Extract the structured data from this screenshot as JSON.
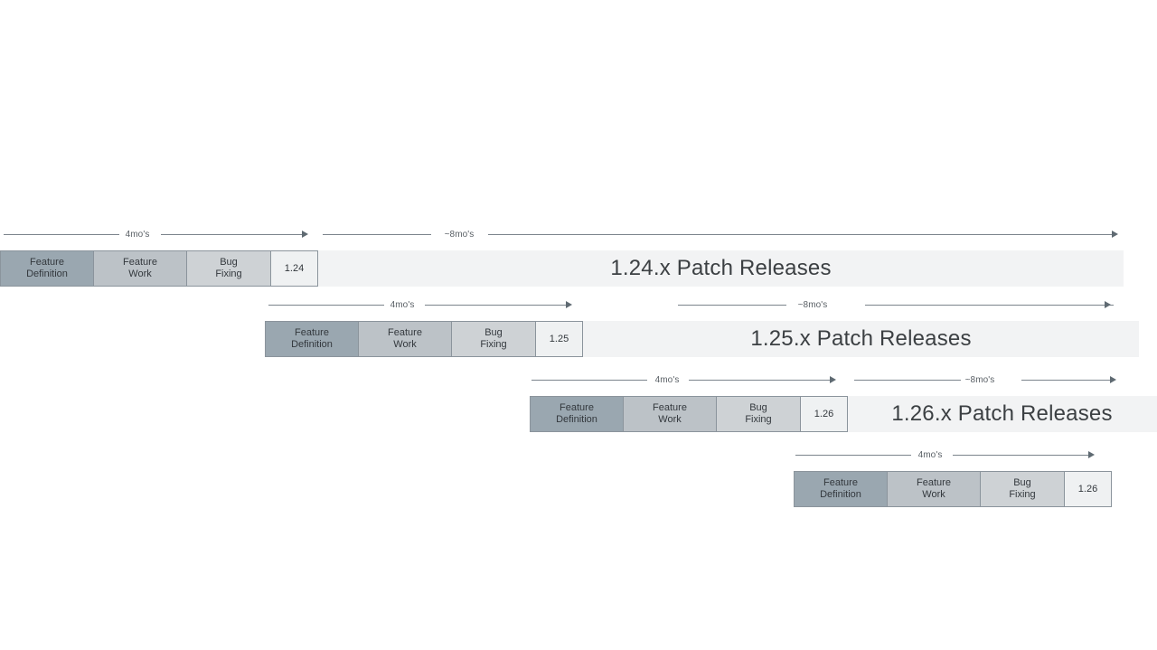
{
  "diagram": {
    "title": "Kubernetes-style release train timeline",
    "colors": {
      "band_background": "#f2f3f4",
      "phase_shade_1": "#9aa7b0",
      "phase_shade_2": "#bcc2c7",
      "phase_shade_3": "#ced2d5",
      "phase_shade_4": "#eff1f2",
      "line": "#7b848c",
      "text": "#3c4043"
    },
    "phase_labels": {
      "feature_definition_line1": "Feature",
      "feature_definition_line2": "Definition",
      "feature_work_line1": "Feature",
      "feature_work_line2": "Work",
      "bug_fixing_line1": "Bug",
      "bug_fixing_line2": "Fixing"
    },
    "duration_labels": {
      "development": "4mo's",
      "patch": "~8mo's"
    },
    "rows": [
      {
        "id": "release-1-24",
        "version": "1.24",
        "patch_label": "1.24.x Patch Releases",
        "phases": [
          {
            "name": "feature-definition",
            "line1": "Feature",
            "line2": "Definition"
          },
          {
            "name": "feature-work",
            "line1": "Feature",
            "line2": "Work"
          },
          {
            "name": "bug-fixing",
            "line1": "Bug",
            "line2": "Fixing"
          },
          {
            "name": "version-tag",
            "line1": "1.24",
            "line2": ""
          }
        ],
        "measures": [
          {
            "name": "dev-measure",
            "label": "4mo's"
          },
          {
            "name": "patch-measure",
            "label": "~8mo's"
          }
        ]
      },
      {
        "id": "release-1-25",
        "version": "1.25",
        "patch_label": "1.25.x Patch Releases",
        "phases": [
          {
            "name": "feature-definition",
            "line1": "Feature",
            "line2": "Definition"
          },
          {
            "name": "feature-work",
            "line1": "Feature",
            "line2": "Work"
          },
          {
            "name": "bug-fixing",
            "line1": "Bug",
            "line2": "Fixing"
          },
          {
            "name": "version-tag",
            "line1": "1.25",
            "line2": ""
          }
        ],
        "measures": [
          {
            "name": "dev-measure",
            "label": "4mo's"
          },
          {
            "name": "patch-measure",
            "label": "~8mo's"
          }
        ]
      },
      {
        "id": "release-1-26",
        "version": "1.26",
        "patch_label": "1.26.x Patch Releases",
        "phases": [
          {
            "name": "feature-definition",
            "line1": "Feature",
            "line2": "Definition"
          },
          {
            "name": "feature-work",
            "line1": "Feature",
            "line2": "Work"
          },
          {
            "name": "bug-fixing",
            "line1": "Bug",
            "line2": "Fixing"
          },
          {
            "name": "version-tag",
            "line1": "1.26",
            "line2": ""
          }
        ],
        "measures": [
          {
            "name": "dev-measure",
            "label": "4mo's"
          },
          {
            "name": "patch-measure",
            "label": "~8mo's"
          }
        ]
      },
      {
        "id": "release-1-26-next",
        "version": "1.26",
        "patch_label": "",
        "phases": [
          {
            "name": "feature-definition",
            "line1": "Feature",
            "line2": "Definition"
          },
          {
            "name": "feature-work",
            "line1": "Feature",
            "line2": "Work"
          },
          {
            "name": "bug-fixing",
            "line1": "Bug",
            "line2": "Fixing"
          },
          {
            "name": "version-tag",
            "line1": "1.26",
            "line2": ""
          }
        ],
        "measures": [
          {
            "name": "dev-measure",
            "label": "4mo's"
          }
        ]
      }
    ]
  }
}
